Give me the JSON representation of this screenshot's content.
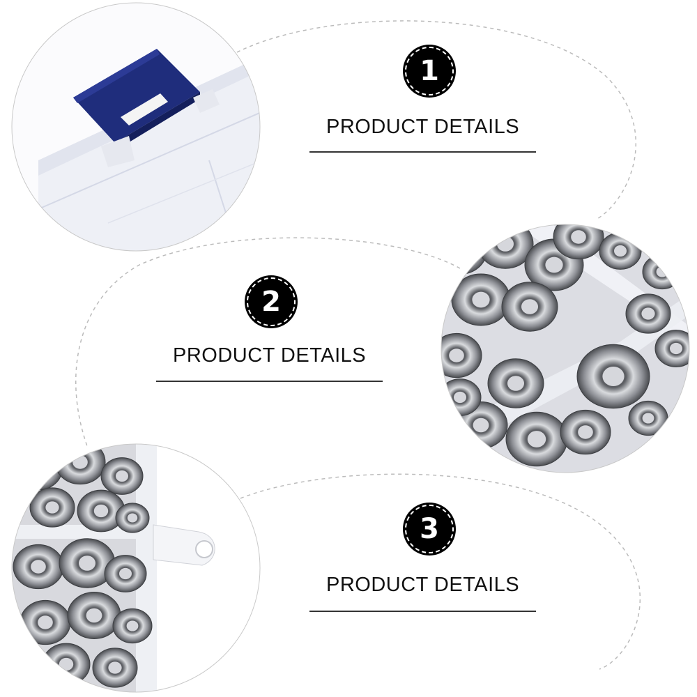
{
  "sections": [
    {
      "number": "1",
      "title": "PRODUCT DETAILS",
      "image": "storage-box-blue-latch-photo"
    },
    {
      "number": "2",
      "title": "PRODUCT DETAILS",
      "image": "countersunk-washers-in-compartments-photo"
    },
    {
      "number": "3",
      "title": "PRODUCT DETAILS",
      "image": "washers-in-box-with-hanging-tab-photo"
    }
  ],
  "colors": {
    "background": "#ffffff",
    "text": "#111111",
    "badge": "#000000",
    "latch": "#1f2d7c",
    "metal": "#a9acb2"
  }
}
